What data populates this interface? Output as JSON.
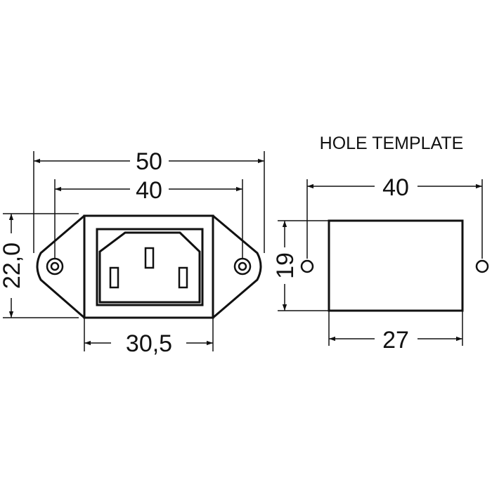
{
  "dimensions": {
    "overall_width": "50",
    "hole_spacing": "40",
    "height": "22,0",
    "body_width": "30,5"
  },
  "hole_template": {
    "title": "HOLE TEMPLATE",
    "hole_spacing": "40",
    "cutout_height": "19",
    "cutout_width": "27"
  },
  "colors": {
    "line": "#111111",
    "background": "#ffffff"
  }
}
